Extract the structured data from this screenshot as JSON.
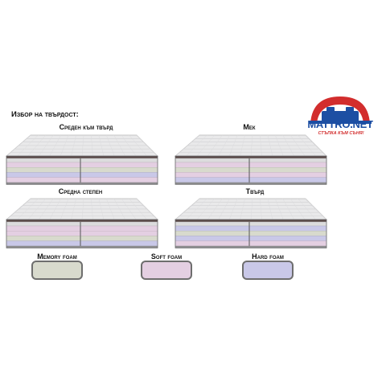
{
  "heading": "Избор на твърдост:",
  "logo": {
    "name": "MATTRO.NET",
    "slogan": "СТЪПКА КЪМ СЪНЯ!",
    "colors": {
      "blue": "#1d4fa3",
      "red": "#d22d2d"
    }
  },
  "mattresses": [
    {
      "label": "Среден към твърд",
      "layers": [
        "soft",
        "memory",
        "hard",
        "soft"
      ]
    },
    {
      "label": "Мек",
      "layers": [
        "soft",
        "memory",
        "soft",
        "hard"
      ]
    },
    {
      "label": "Средна степен",
      "layers": [
        "soft",
        "soft",
        "memory",
        "hard"
      ]
    },
    {
      "label": "Твърд",
      "layers": [
        "hard",
        "memory",
        "hard",
        "soft"
      ]
    }
  ],
  "legend": [
    {
      "label": "Memory foam",
      "color": "#d8dacd"
    },
    {
      "label": "Soft foam",
      "color": "#e4cfe2"
    },
    {
      "label": "Hard foam",
      "color": "#c9c8e8"
    }
  ]
}
